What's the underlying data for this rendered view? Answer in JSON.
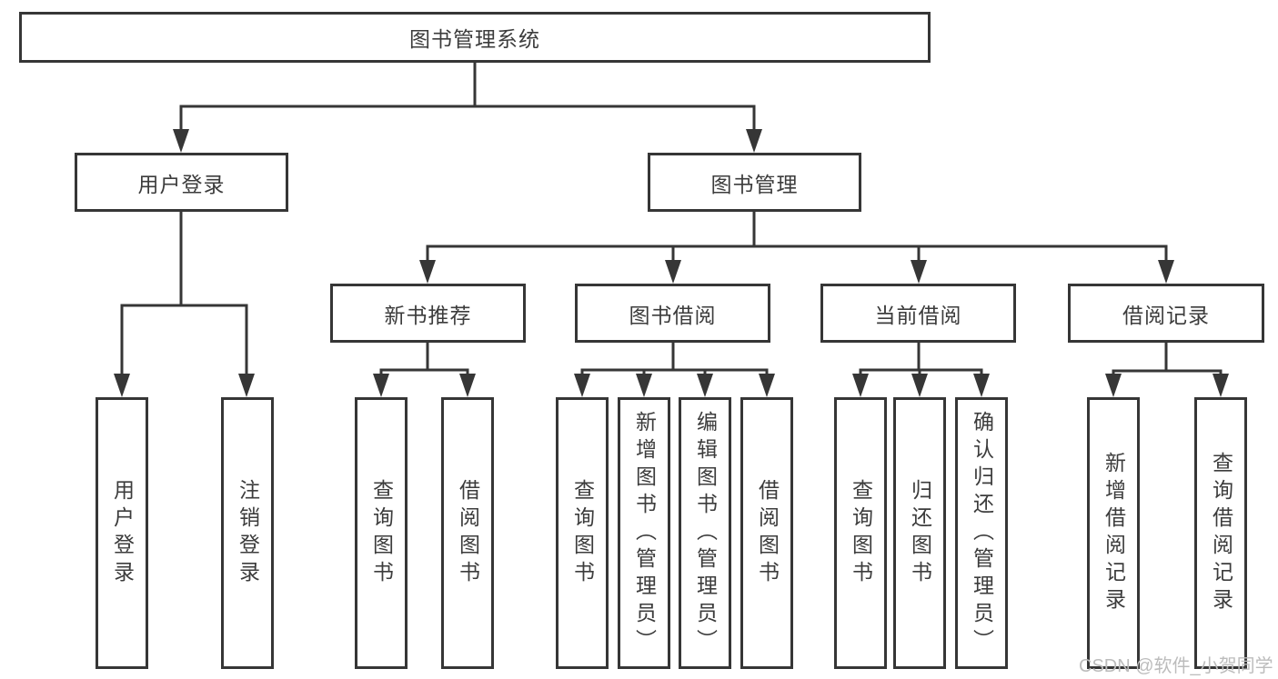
{
  "diagram": {
    "root": {
      "label": "图书管理系统",
      "children": [
        {
          "label": "用户登录",
          "children": [
            {
              "label": "用户登录"
            },
            {
              "label": "注销登录"
            }
          ]
        },
        {
          "label": "图书管理",
          "children": [
            {
              "label": "新书推荐",
              "children": [
                {
                  "label": "查询图书"
                },
                {
                  "label": "借阅图书"
                }
              ]
            },
            {
              "label": "图书借阅",
              "children": [
                {
                  "label": "查询图书"
                },
                {
                  "label": "新增图书（管理员）"
                },
                {
                  "label": "编辑图书（管理员）"
                },
                {
                  "label": "借阅图书"
                }
              ]
            },
            {
              "label": "当前借阅",
              "children": [
                {
                  "label": "查询图书"
                },
                {
                  "label": "归还图书"
                },
                {
                  "label": "确认归还（管理员）"
                }
              ]
            },
            {
              "label": "借阅记录",
              "children": [
                {
                  "label": "新增借阅记录"
                },
                {
                  "label": "查询借阅记录"
                }
              ]
            }
          ]
        }
      ]
    }
  },
  "watermark": {
    "text": "CSDN @软件_小贺同学"
  },
  "colors": {
    "line": "#363636",
    "box_border": "#363636",
    "text": "#3c3c3c",
    "watermark": "#bcbcbc",
    "background": "#ffffff"
  }
}
